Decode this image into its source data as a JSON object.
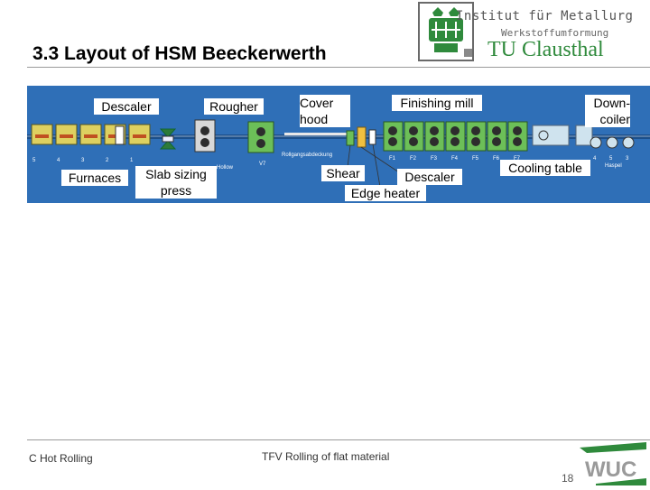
{
  "header": {
    "institute": "Institut für Metallurg",
    "department": "Werkstoffumformung",
    "university": "TU Clausthal"
  },
  "title": "3.3 Layout of HSM Beeckerwerth",
  "diagram": {
    "labels": {
      "descaler_1": "Descaler",
      "rougher": "Rougher",
      "cover_hood_line1": "Cover",
      "cover_hood_line2": "hood",
      "finishing_mill": "Finishing mill",
      "downcoiler_line1": "Down-",
      "downcoiler_line2": "coiler",
      "furnaces": "Furnaces",
      "slab_sizing_line1": "Slab sizing",
      "slab_sizing_line2": "press",
      "shear": "Shear",
      "descaler_2": "Descaler",
      "edge_heater": "Edge heater",
      "cooling_table": "Cooling table"
    },
    "small_text": {
      "furnace_numbers": [
        "5",
        "4",
        "3",
        "2",
        "1"
      ],
      "hollow_label": "Hollow",
      "rougher_stand": "V7",
      "rolltable": "Rollgangsabdeckung",
      "stand_codes": [
        "F1",
        "F2",
        "F3",
        "F4",
        "F5",
        "F6",
        "F7"
      ],
      "coiler_numbers": [
        "4",
        "5",
        "3"
      ],
      "haspel": "Haspel"
    },
    "colors": {
      "background": "#2f6fb7",
      "furnace": "#ddd060",
      "furnace_slot": "#c05020",
      "stand": "#6cbf58",
      "roll": "#2d2d2d",
      "coiler": "#cfe3ee"
    }
  },
  "footer": {
    "left": "C Hot Rolling",
    "center": "TFV Rolling of flat material",
    "page": "18",
    "logo_text": "WUC"
  }
}
